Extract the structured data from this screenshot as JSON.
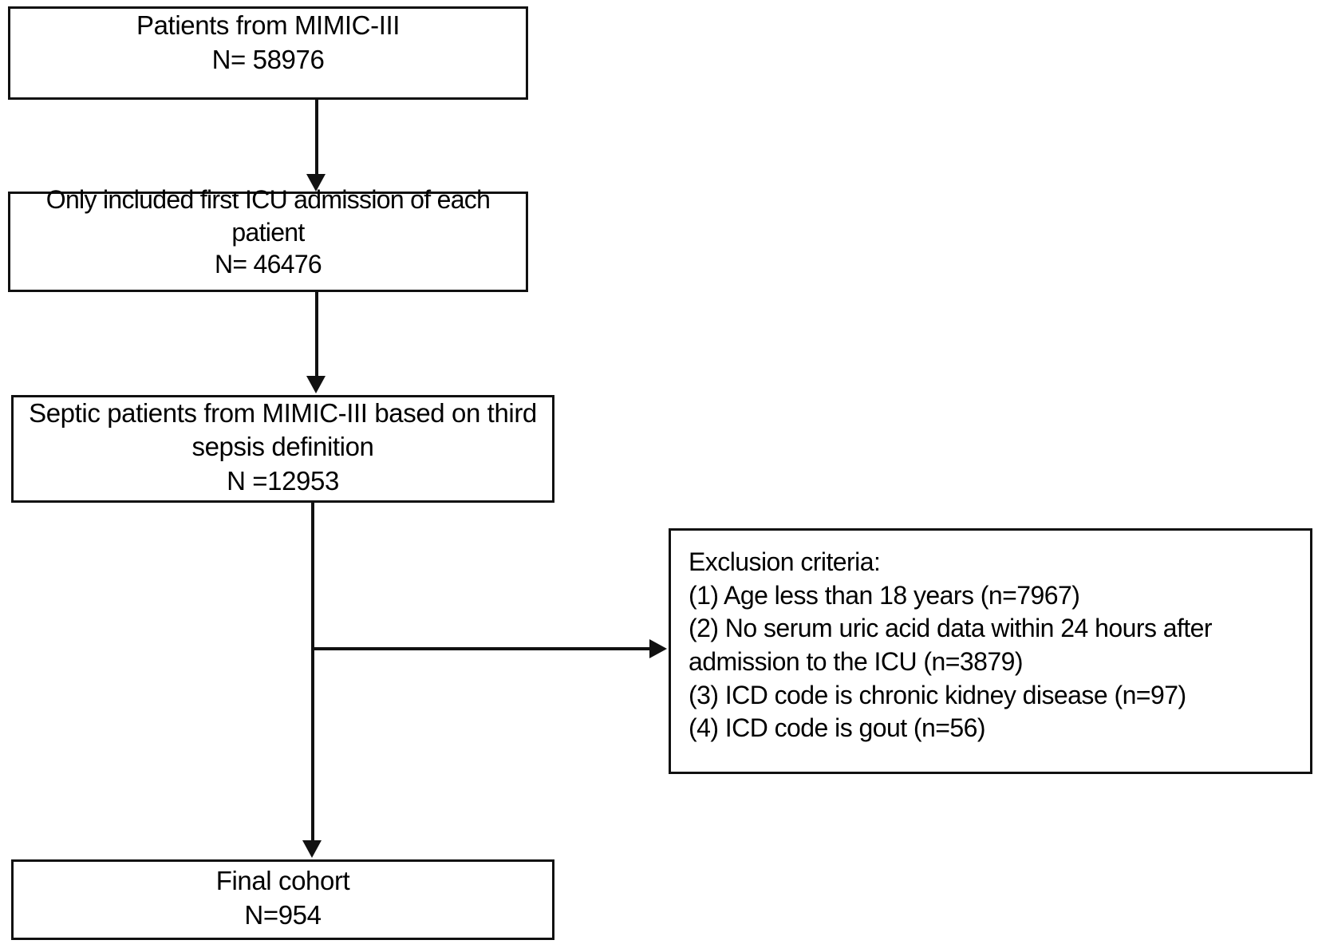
{
  "diagram": {
    "title": "Study cohort selection flow diagram",
    "type": "flowchart",
    "colors": {
      "stroke": "#111111",
      "fill": "#ffffff",
      "text": "#000000"
    },
    "boxes": [
      {
        "id": "source",
        "name": "patients-from-mimic-iii-box",
        "text": "Patients from MIMIC-III\nN= 58976",
        "label": "Patients from MIMIC-III",
        "count": "N= 58976"
      },
      {
        "id": "first-icu",
        "name": "first-icu-admission-box",
        "text": "Only included first ICU  admission of each  patient\nN= 46476",
        "label": "Only included first ICU  admission of each  patient",
        "count": "N= 46476"
      },
      {
        "id": "septic",
        "name": "septic-patients-box",
        "text": "Septic patients from MIMIC-III  based on third\nsepsis definition\nN =12953",
        "label": "Septic patients from MIMIC-III  based on third sepsis definition",
        "count": "N =12953"
      },
      {
        "id": "exclusion",
        "name": "exclusion-criteria-box",
        "text": "Exclusion criteria:\n(1) Age less than 18 years (n=7967)\n(2) No serum uric acid data within 24 hours after\nadmission to the ICU (n=3879)\n(3) ICD  code is chronic kidney disease (n=97)\n(4) ICD  code is gout (n=56)",
        "heading": "Exclusion criteria:",
        "criteria": [
          "(1) Age less than 18 years (n=7967)",
          "(2) No serum uric acid data within 24 hours after admission to the ICU (n=3879)",
          "(3) ICD  code is chronic kidney disease (n=97)",
          "(4) ICD  code is gout (n=56)"
        ],
        "excluded_counts": {
          "age_under_18": 7967,
          "no_uric_acid_within_24h": 3879,
          "chronic_kidney_disease": 97,
          "gout": 56
        }
      },
      {
        "id": "final",
        "name": "final-cohort-box",
        "text": "Final cohort\nN=954",
        "label": "Final cohort",
        "count": "N=954"
      }
    ],
    "connectors": [
      {
        "id": "conn-1",
        "name": "arrow-source-to-first-icu",
        "from": "source",
        "to": "first-icu",
        "direction": "down"
      },
      {
        "id": "conn-2",
        "name": "arrow-first-icu-to-septic",
        "from": "first-icu",
        "to": "septic",
        "direction": "down"
      },
      {
        "id": "conn-3",
        "name": "arrow-septic-to-final",
        "from": "septic",
        "to": "final",
        "direction": "down"
      },
      {
        "id": "conn-4",
        "name": "arrow-septic-to-exclusion",
        "from": "septic",
        "to": "exclusion",
        "direction": "right"
      }
    ]
  }
}
